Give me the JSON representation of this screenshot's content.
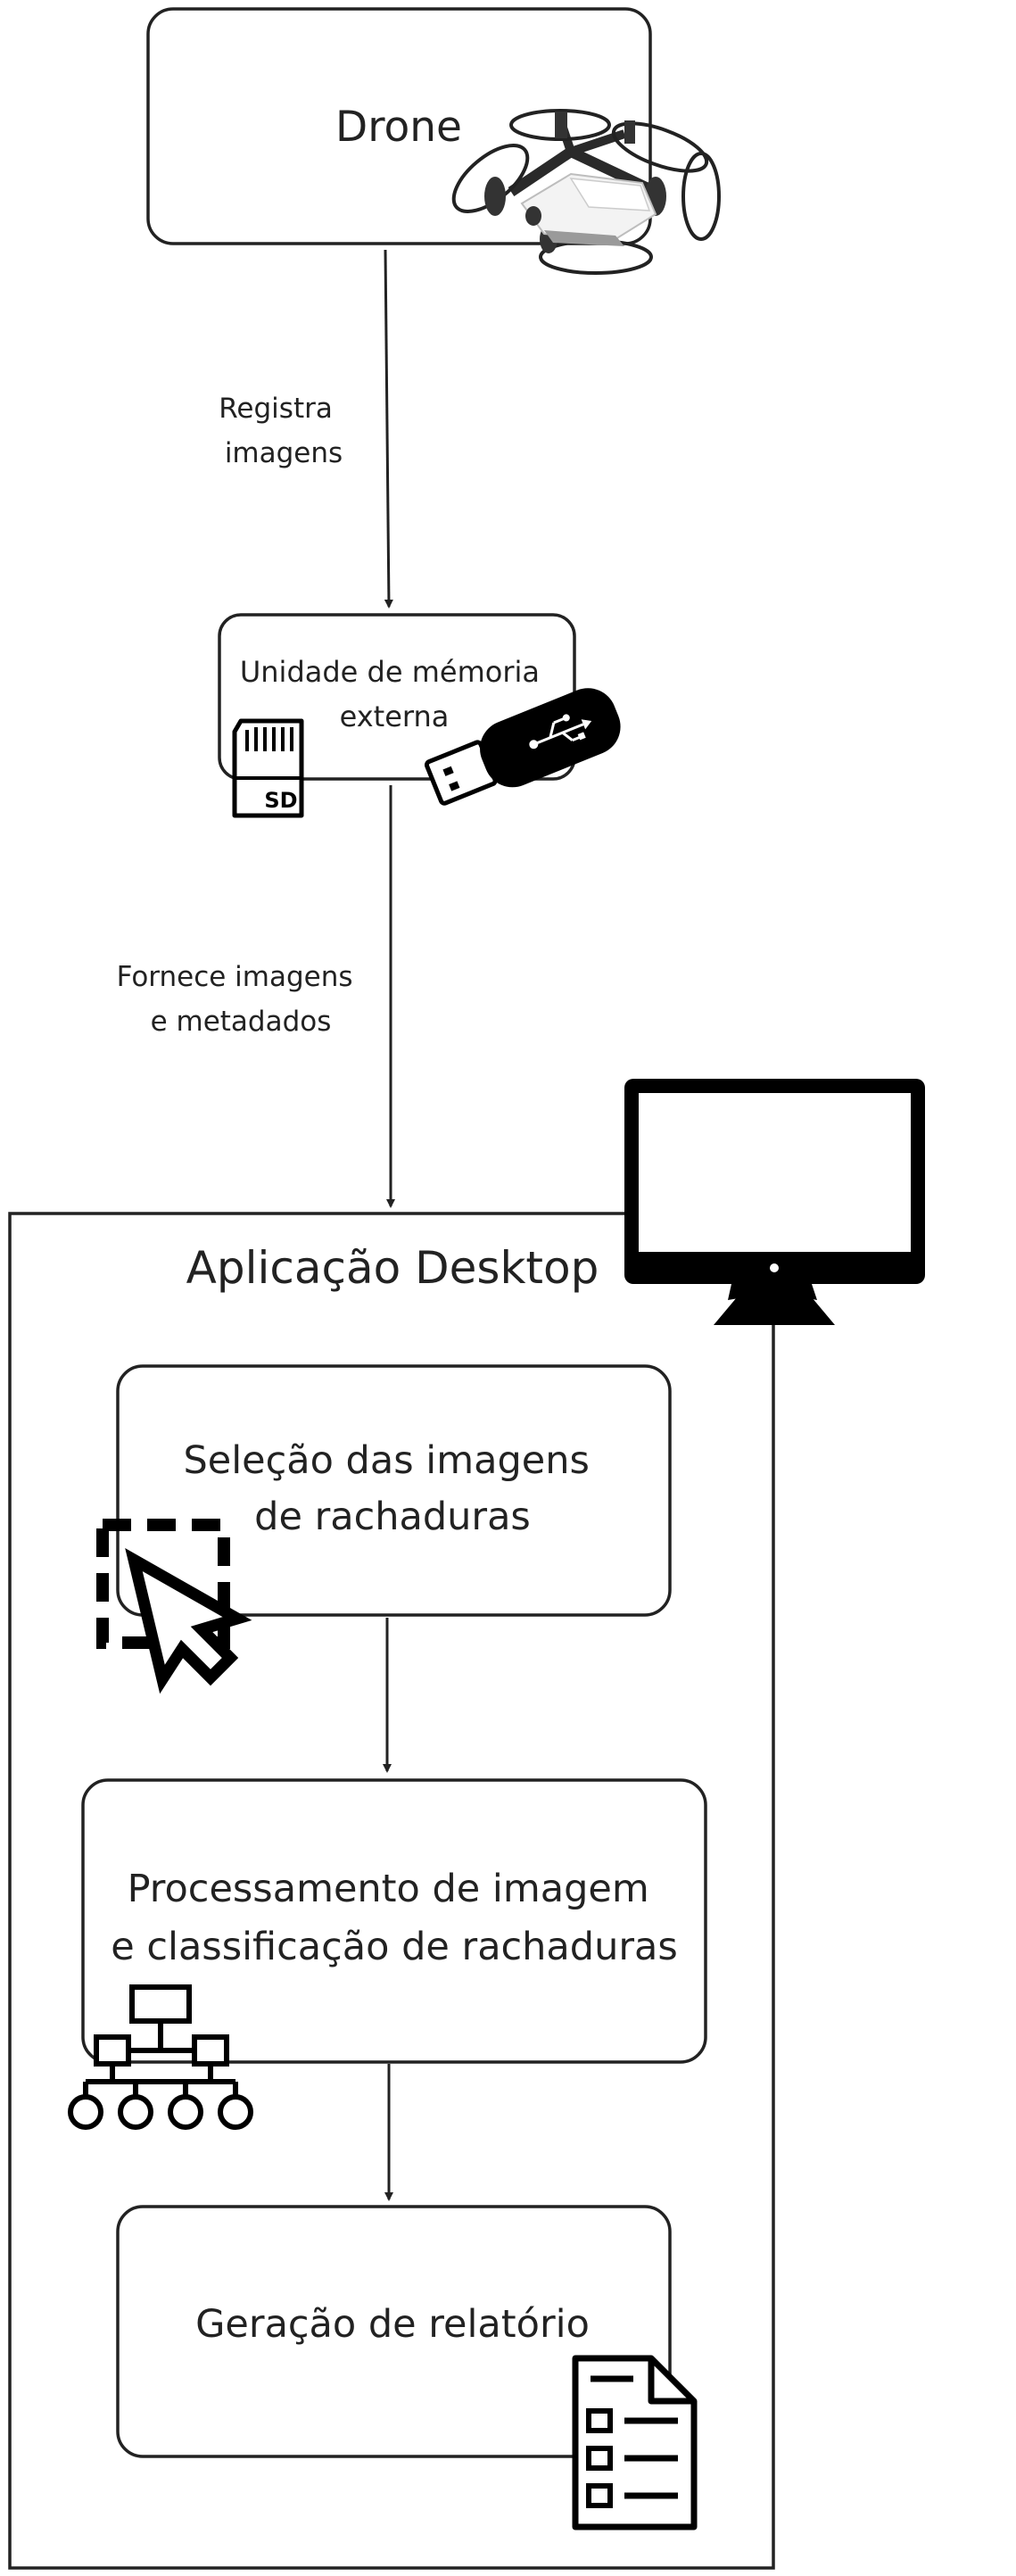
{
  "nodes": {
    "drone": {
      "label": "Drone"
    },
    "memory": {
      "label_lines": [
        "Unidade de mémoria",
        "externa"
      ]
    },
    "desktop": {
      "label": "Aplicação Desktop"
    },
    "selection": {
      "label_lines": [
        "Seleção das imagens",
        "de rachaduras"
      ]
    },
    "processing": {
      "label_lines": [
        "Processamento de imagem",
        "e classificação de rachaduras"
      ]
    },
    "report": {
      "label": "Geração de relatório"
    }
  },
  "edges": {
    "drone_to_memory": {
      "label_lines": [
        "Registra",
        "imagens"
      ]
    },
    "memory_to_desktop": {
      "label_lines": [
        "Fornece imagens",
        "e metadados"
      ]
    }
  },
  "icons": {
    "sd_card": {
      "text": "SD"
    }
  },
  "colors": {
    "stroke": "#222222",
    "fill": "#000000",
    "background": "#ffffff"
  }
}
